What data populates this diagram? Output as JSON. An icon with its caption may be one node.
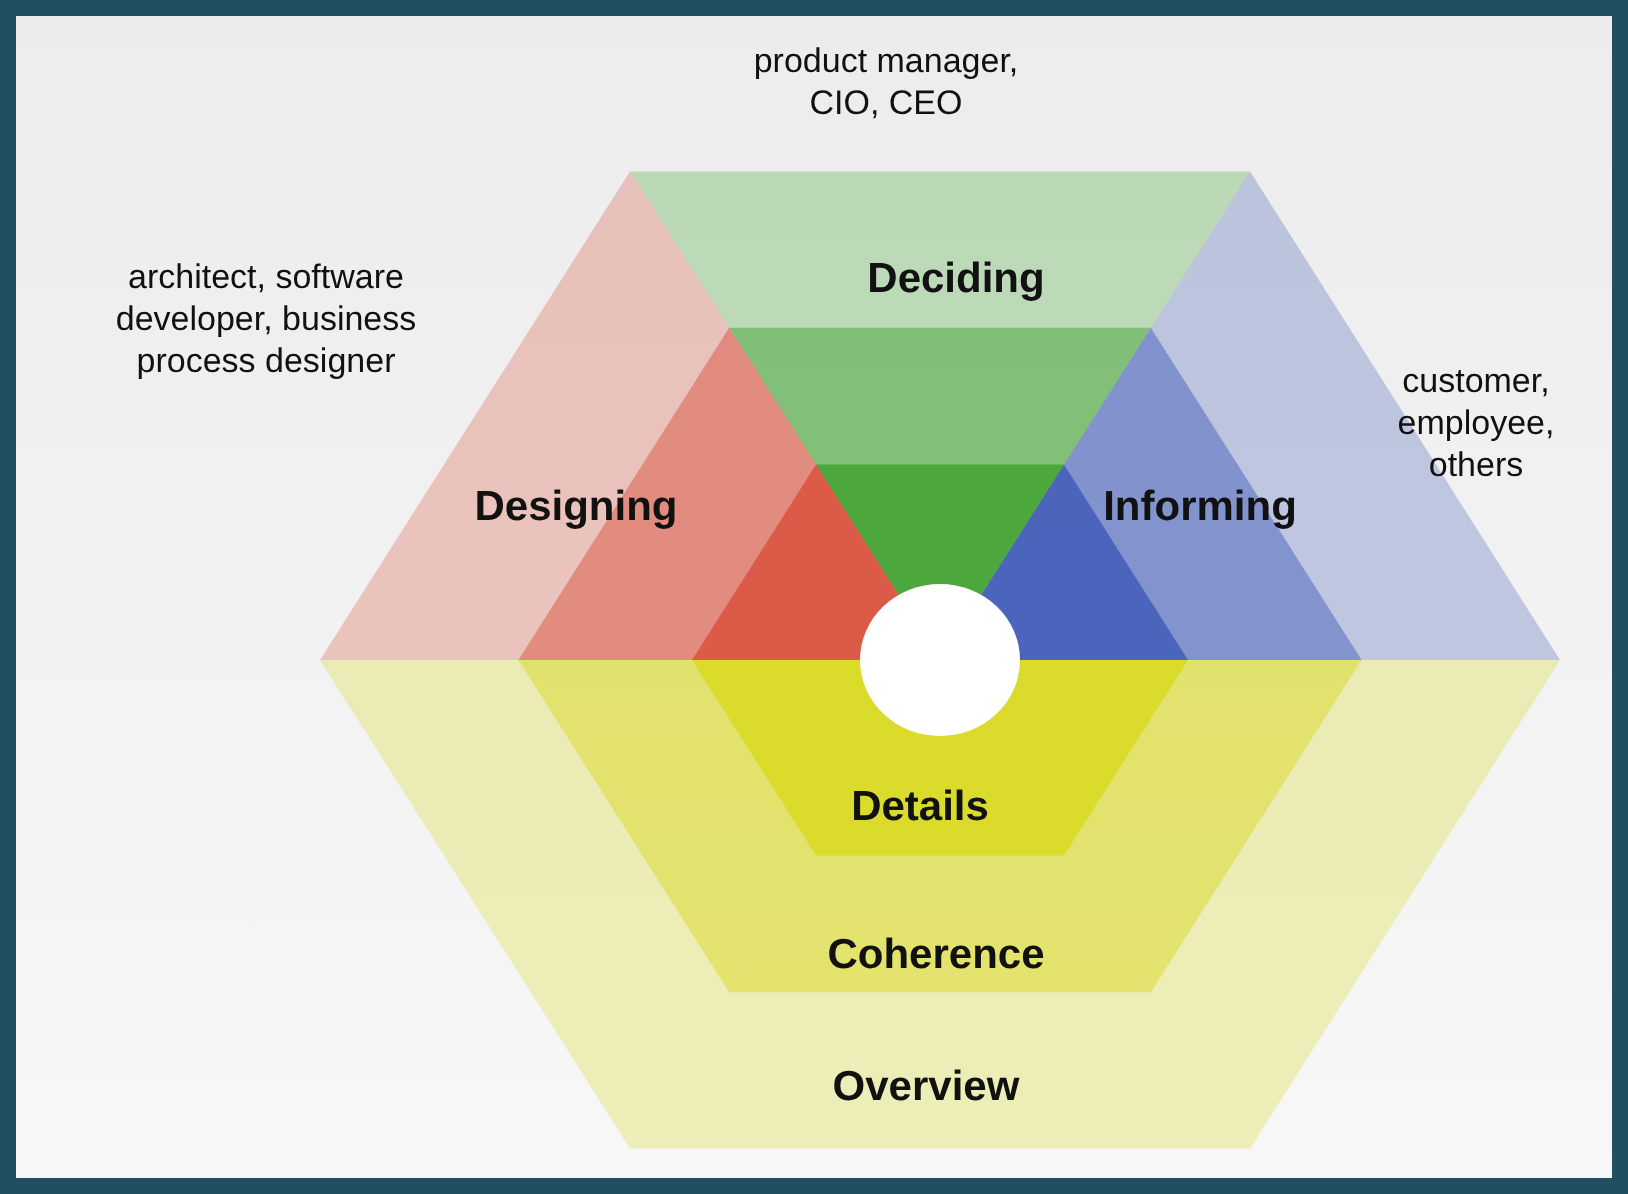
{
  "diagram": {
    "nodes": [
      {
        "text": [
          "Deciding"
        ]
      },
      {
        "text": [
          "Designing"
        ]
      },
      {
        "text": [
          "Informing"
        ]
      },
      {
        "text": [
          "Details"
        ]
      },
      {
        "text": [
          "Coherence"
        ]
      },
      {
        "text": [
          "Overview"
        ]
      }
    ],
    "labels": [
      "product manager, CIO, CEO",
      "architect, software developer, business process designer",
      "customer, employee, others"
    ]
  }
}
